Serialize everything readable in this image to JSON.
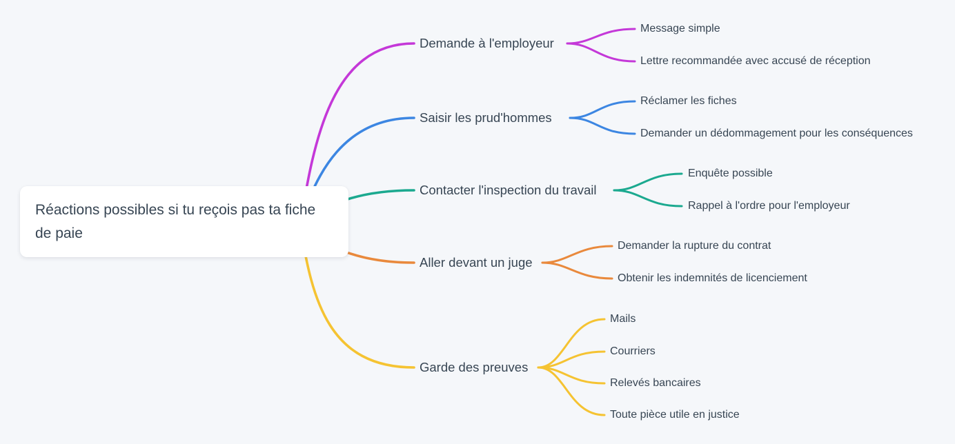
{
  "colors": {
    "background": "#f5f7fa",
    "card_background": "#ffffff",
    "text": "#374553",
    "branch_magenta": "#c438d8",
    "branch_blue": "#3c86e2",
    "branch_teal": "#1ba98f",
    "branch_orange": "#e9893c",
    "branch_yellow": "#f5c332"
  },
  "root": {
    "label": "Réactions possibles si tu reçois pas ta fiche de paie"
  },
  "branches": [
    {
      "label": "Demande à l'employeur",
      "color": "#c438d8",
      "children": [
        {
          "label": "Message simple"
        },
        {
          "label": "Lettre recommandée avec accusé de réception"
        }
      ]
    },
    {
      "label": "Saisir les prud'hommes",
      "color": "#3c86e2",
      "children": [
        {
          "label": "Réclamer les fiches"
        },
        {
          "label": "Demander un dédommagement pour les conséquences"
        }
      ]
    },
    {
      "label": "Contacter l'inspection du travail",
      "color": "#1ba98f",
      "children": [
        {
          "label": "Enquête possible"
        },
        {
          "label": "Rappel à l'ordre pour l'employeur"
        }
      ]
    },
    {
      "label": "Aller devant un juge",
      "color": "#e9893c",
      "children": [
        {
          "label": "Demander la rupture du contrat"
        },
        {
          "label": "Obtenir les indemnités de licenciement"
        }
      ]
    },
    {
      "label": "Garde des preuves",
      "color": "#f5c332",
      "children": [
        {
          "label": "Mails"
        },
        {
          "label": "Courriers"
        },
        {
          "label": "Relevés bancaires"
        },
        {
          "label": "Toute pièce utile en justice"
        }
      ]
    }
  ]
}
